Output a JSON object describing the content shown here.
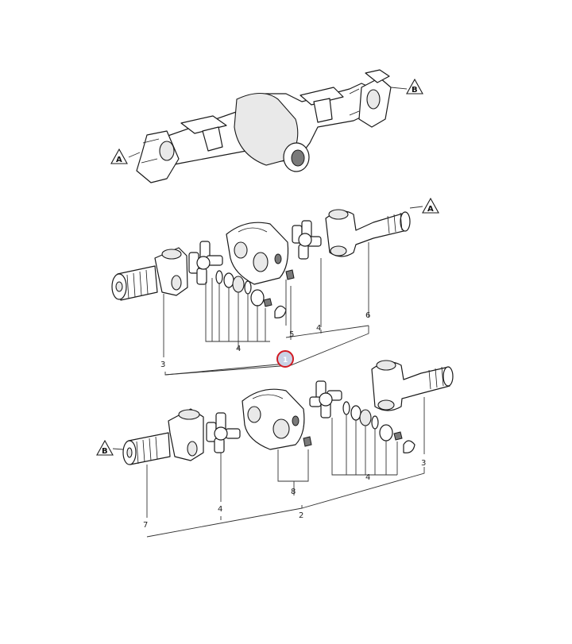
{
  "diagram": {
    "references": {
      "a_top": "A",
      "b_top": "B",
      "a_mid": "A",
      "b_bottom": "B"
    },
    "upper_assembly_labels": {
      "cardan_cross_left": "4",
      "centering_housing": "5",
      "cardan_cross_right": "4",
      "yoke_shaft_right": "6",
      "flange_yoke_left": "3"
    },
    "highlighted_item": "1",
    "lower_assembly_labels": {
      "cardan_cross_left": "4",
      "centering_housing": "8",
      "cardan_cross_right": "4",
      "yoke_shaft_right": "3",
      "shaft_left": "7",
      "assembly_total": "2"
    },
    "colors": {
      "highlight_ring": "#d11b24",
      "highlight_fill": "#c9d2e6",
      "line": "#1a1a1a"
    }
  }
}
